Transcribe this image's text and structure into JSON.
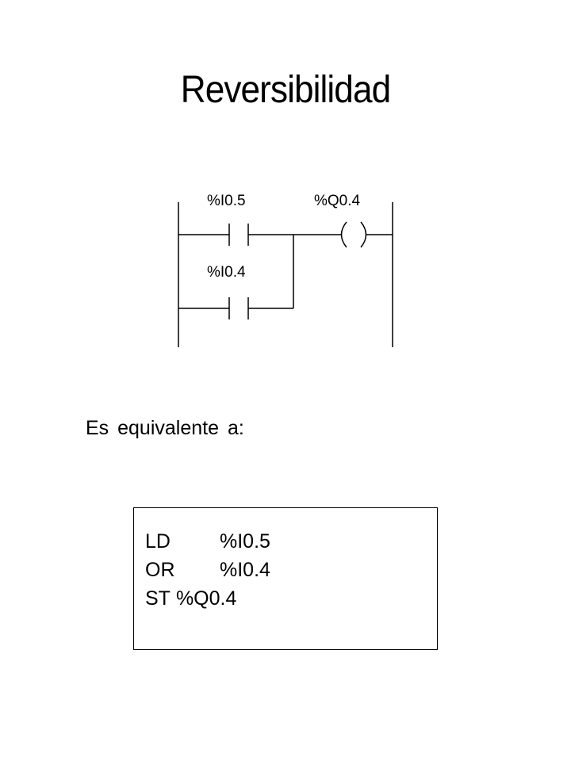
{
  "title": "Reversibilidad",
  "ladder": {
    "rung1_contact": "%I0.5",
    "rung2_contact": "%I0.4",
    "coil": "%Q0.4"
  },
  "equivalent_text": "Es equivalente a:",
  "instruction_list": [
    {
      "op": "LD",
      "operand": "%I0.5"
    },
    {
      "op": "OR",
      "operand": "%I0.4"
    },
    {
      "op": "ST",
      "operand": "%Q0.4"
    }
  ]
}
